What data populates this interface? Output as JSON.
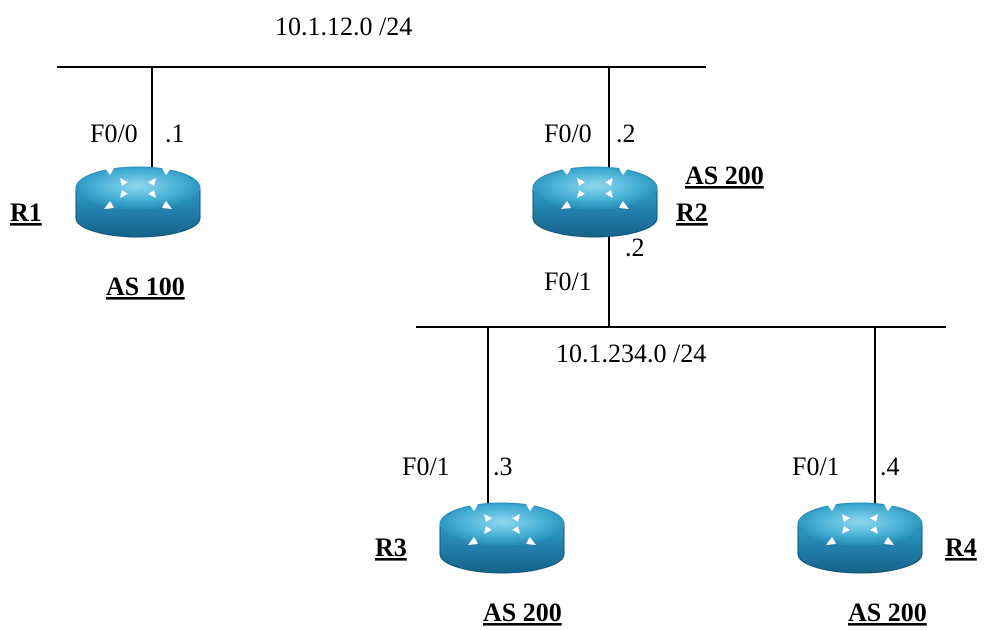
{
  "networks": {
    "top": {
      "subnet": "10.1.12.0 /24"
    },
    "bottom": {
      "subnet": "10.1.234.0 /24"
    }
  },
  "routers": [
    {
      "name": "R1",
      "as": "AS 100",
      "interface": "F0/0",
      "host": ".1",
      "icon": "router-icon"
    },
    {
      "name": "R2",
      "as": "AS 200",
      "interface_top": "F0/0",
      "host_top": ".2",
      "interface_bottom": "F0/1",
      "host_bottom": ".2",
      "icon": "router-icon"
    },
    {
      "name": "R3",
      "as": "AS 200",
      "interface": "F0/1",
      "host": ".3",
      "icon": "router-icon"
    },
    {
      "name": "R4",
      "as": "AS 200",
      "interface": "F0/1",
      "host": ".4",
      "icon": "router-icon"
    }
  ],
  "colors": {
    "router_top": "#4fb8d8",
    "router_side": "#1f7fa8",
    "router_arrows": "#ffffff"
  }
}
